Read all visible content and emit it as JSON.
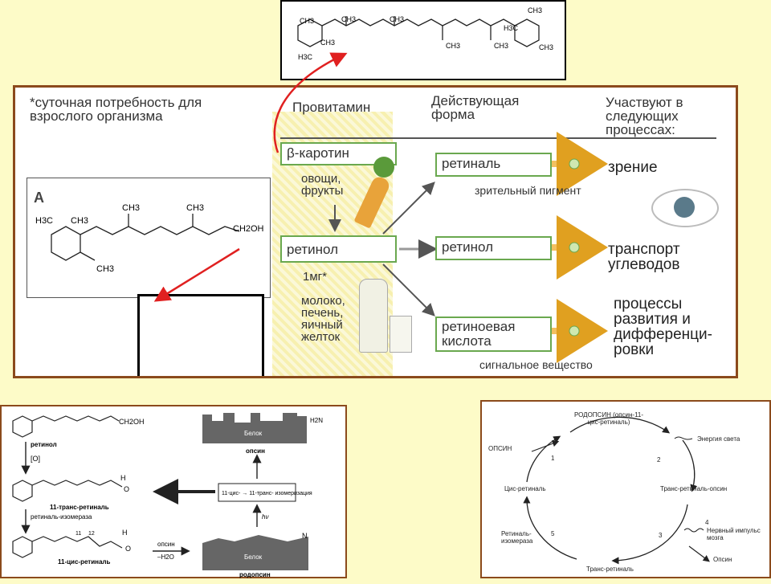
{
  "top_molecule": {
    "ch3_labels": [
      "CH3",
      "CH3",
      "H3C",
      "CH3",
      "CH3",
      "CH3",
      "CH3",
      "H3C",
      "CH3",
      "CH3"
    ]
  },
  "main_panel": {
    "footnote": "*суточная потребность для взрослого организма",
    "col_provitamin": "Провитамин",
    "col_active_form": "Действующая форма",
    "col_processes": "Участвуют в следующих процессах:",
    "beta_carotene": "β-каротин",
    "veg_fruits": "овощи, фрукты",
    "retinol_center": "ретинол",
    "dose": "1мг*",
    "dairy": "молоко, печень, яичный желток",
    "panel_letter": "А",
    "retinol_molecule_labels": [
      "H3C",
      "CH3",
      "CH3",
      "CH3",
      "CH2OH",
      "CH3"
    ],
    "forms": [
      {
        "name": "ретиналь",
        "caption": "зрительный пигмент",
        "process": "зрение"
      },
      {
        "name": "ретинол",
        "caption": "",
        "process": "транспорт углеводов"
      },
      {
        "name": "ретиноевая кислота",
        "caption": "сигнальное вещество",
        "process": "процессы развития и дифференци-ровки"
      }
    ]
  },
  "bottom_left": {
    "retinol": "ретинол",
    "ch2oh": "CH2OH",
    "oxidation": "[O]",
    "trans_retinal": "11-транс-ретиналь",
    "isomerase": "ретиналь-изомераза",
    "cis_retinal": "11-цис-ретиналь",
    "opsin_arrow": "опсин",
    "minus_water": "–H2O",
    "protein": "Белок",
    "h2n": "H2N",
    "opsin": "опсин",
    "isomerization": "11-цис- → 11-транс- изомеризация",
    "hv": "hν",
    "rhodopsin": "родопсин",
    "n11": "11",
    "n12": "12",
    "h": "H",
    "o": "O",
    "n": "N"
  },
  "bottom_right": {
    "rhodopsin": "РОДОПСИН (опсин-11-цис-ретиналь)",
    "opsin_left": "ОПСИН",
    "light_energy": "Энергия света",
    "trans_retinal_opsin": "Транс-ретиналь-опсин",
    "nerve_impulse": "Нервный импульс мозга",
    "opsin_out": "Опсин",
    "trans_retinal": "Транс-ретиналь",
    "isomerase": "Ретиналь-изомераза",
    "cis_retinal": "Цис-ретиналь",
    "steps": [
      "1",
      "2",
      "3",
      "4",
      "5"
    ]
  }
}
